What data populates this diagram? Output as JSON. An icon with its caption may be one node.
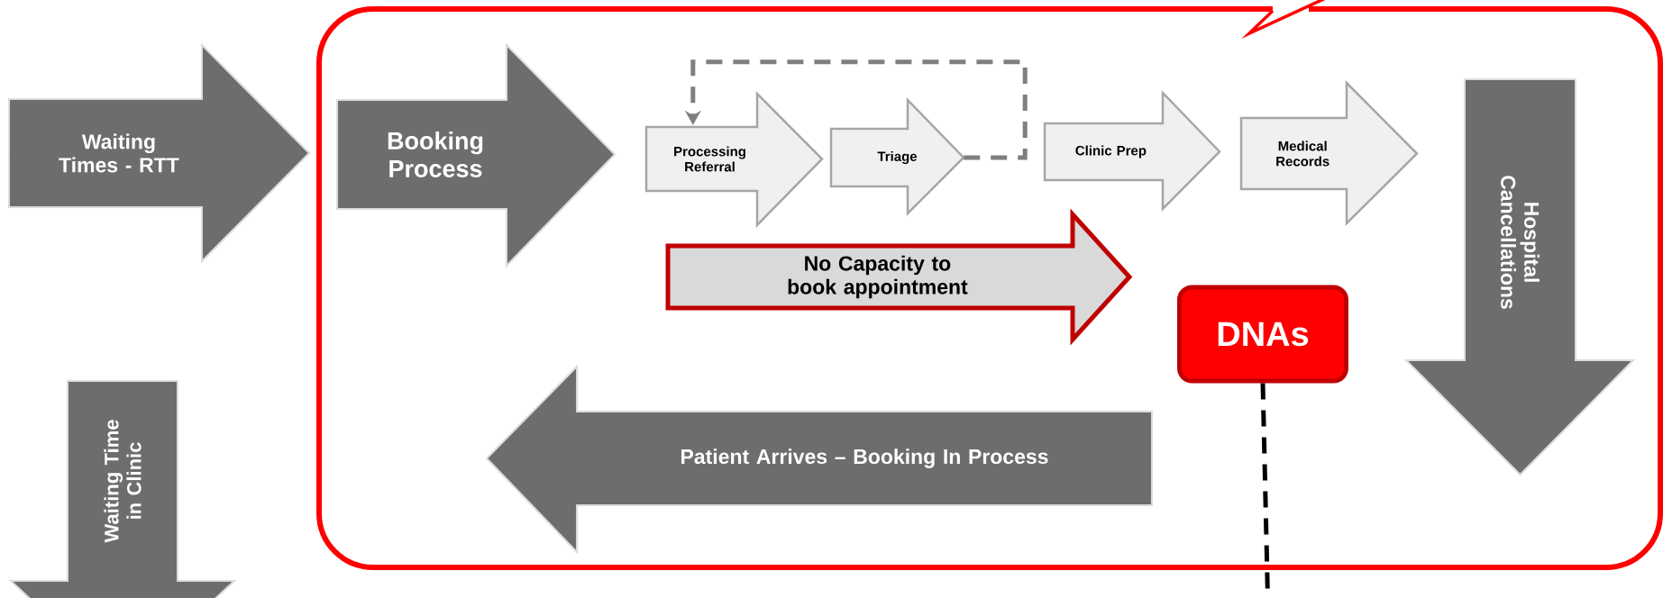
{
  "diagram": {
    "nodes": [
      {
        "text": [
          "Waiting Times - RTT"
        ]
      },
      {
        "text": [],
        "shape": "box"
      },
      {
        "text": [
          "Booking Process"
        ],
        "in": 1
      },
      {
        "text": [
          "Processing Referral"
        ],
        "in": 1
      },
      {
        "text": [
          "Triage"
        ],
        "in": 1
      },
      {
        "text": [
          "Clinic Prep"
        ],
        "in": 1
      },
      {
        "text": [
          "Medical Records"
        ],
        "in": 1
      },
      {
        "text": [
          "No Capacity to book appointment"
        ],
        "in": 1
      },
      {
        "text": [
          "DNAs"
        ],
        "in": 1
      },
      {
        "text": [
          "Hospital Cancellations"
        ],
        "in": 1
      },
      {
        "text": [
          "Patient Arrives – Booking In Process"
        ],
        "in": 1
      },
      {
        "text": [
          "Waiting Time in Clinic"
        ]
      }
    ],
    "edges": [
      {
        "from": 4,
        "to": 3,
        "arrow": "to",
        "style": "dashed",
        "color": "#7f7f7f"
      },
      {
        "from": 8,
        "to": null,
        "arrow": "none",
        "style": "dashed",
        "color": "#000000"
      }
    ]
  }
}
